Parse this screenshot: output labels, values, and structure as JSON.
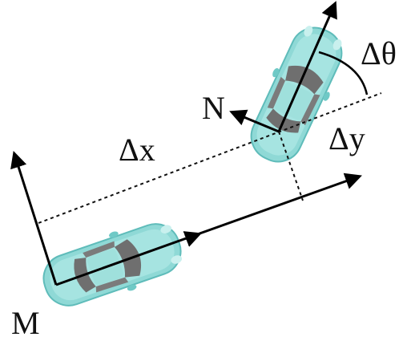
{
  "labels": {
    "frame_m": "M",
    "frame_n": "N",
    "delta_x": "Δx",
    "delta_y": "Δy",
    "delta_theta": "Δθ"
  },
  "colors": {
    "car_body": "#8fd9d6",
    "car_body_dark": "#5fbcba",
    "car_glass": "#6f6f6f",
    "axis": "#000000",
    "guide": "#111111"
  }
}
